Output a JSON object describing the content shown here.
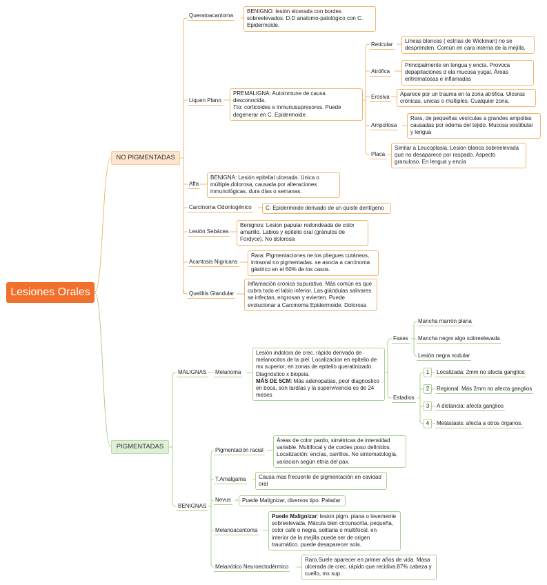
{
  "root": "Lesiones Orales",
  "no_pigmentadas": {
    "label": "NO PIGMENTADAS",
    "queratoacantoma": {
      "label": "Queratoacantoma",
      "desc": [
        "BENIGNO: lesión elcerada con bordes",
        "sobreelevados. D.D anatomo-patológico con C.",
        "Epidermoide."
      ]
    },
    "liquen": {
      "label": "Liquen Plano",
      "desc": [
        "PREMALIGNA: Autoinmune de causa desconocida.",
        "Tto: corticoides e inmunusupresores. Puede",
        "degenerar en C. Epidermoide"
      ],
      "types": [
        {
          "label": "Reticular",
          "desc": [
            "Líneas blancas ( estrías de Wickman) no se",
            "desprenden. Común en cara interna de la mejilla."
          ]
        },
        {
          "label": "Atrófica",
          "desc": [
            "Principalmente en lengua y encía. Provoca",
            "depapilaciones d ela mucosa yugal. Áreas",
            "eritrematosas e inflamadas"
          ]
        },
        {
          "label": "Erosiva",
          "desc": [
            "Aparece por un trauma en la zona atrófica. Ulceras",
            "crónicas, unicas o múltiples. Cualquier zona."
          ]
        },
        {
          "label": "Ampollosa",
          "desc": [
            "Rara, de pequeñas vesículas a grandes ampollas",
            "causadas por edema del tejido. Mucosa vestibular",
            "y lengua"
          ]
        },
        {
          "label": "Placa",
          "desc": [
            "Similar a Leucoplasia. Lesion blanca sobreelevada",
            "que no desaparece por raspado. Aspecto",
            "granuloso. En lengua y encía"
          ]
        }
      ]
    },
    "afta": {
      "label": "Afta",
      "desc": [
        "BENIGNA: Lesión epitelial ulcerada. Unica o",
        "múltiple,dolorosa, causada por alteraciones",
        "inmunológicas. dura días o semanas."
      ]
    },
    "carcinoma": {
      "label": "Carcinoma Odontogénico",
      "desc": [
        "C. Epidermoide derivado de un quiste dentígeno"
      ]
    },
    "sebacea": {
      "label": "Lesión Sebácea",
      "desc": [
        "Benignos: Lesion papular redondeada de color",
        "amarillo. Labios y epitelio oral (gránulos de",
        "Fordyce). No dolorosa"
      ]
    },
    "acantosis": {
      "label": "Acantosis Nigricans",
      "desc": [
        "Rara: Pigmentaciones ne los pliegues cutáneos,",
        "intraoral no pigmentadas. se asocia a carcinoma",
        "gástrico en el 60% de los casos."
      ]
    },
    "queilitis": {
      "label": "Queilitis Glandular",
      "desc": [
        "Inflamación crónica supurativa. Más común es que",
        "cubra todo el labio inferior. Las glándulas salivares",
        "se infectan, engrosan y evierten. Puede",
        "evolucionar a Carcinoma Epidermoide. Dolorosa"
      ]
    }
  },
  "pigmentadas": {
    "label": "PIGMENTADAS",
    "malignas": {
      "label": "MALIGNAS",
      "melanoma": {
        "label": "Melanoma",
        "desc": [
          "Lesión indolora de crec. rápido derivado de",
          "melanocitos de la piel. Localizacion en epitelio de",
          "mx superior, en zonas de epitelio queratinizado.",
          "Diagnóstico x biopsia."
        ],
        "desc_bold": "MÁS DE 5CM",
        "desc_rest": [
          ": Más adenopatias, peor diagnostico",
          "en boca, son tardías y la supervivencia es de 24",
          "meses"
        ],
        "fases_label": "Fases",
        "fases": [
          "Mancha marrón plana",
          "Mancha negre algo sobreelevada",
          "Lesión negra nodular"
        ],
        "estadios_label": "Estadios",
        "estadios": [
          {
            "num": "1",
            "text": "Localizada: 2mm no afecta ganglios"
          },
          {
            "num": "2",
            "text": "Regional: Más 2mm no afecta ganglios"
          },
          {
            "num": "3",
            "text": "A distancia: afecta ganglios"
          },
          {
            "num": "4",
            "text": "Metástasis: afecta a otros órganos."
          }
        ]
      }
    },
    "benignas": {
      "label": "BENIGNAS",
      "racial": {
        "label": "Pigmentación racial",
        "desc": [
          "Áreas de color pardo, simétricas de intensidad",
          "variable. Multifocal y de cordes poso definidos.",
          "Localización: encías, carrillos. No sintomatología,",
          "variacion según etnia del pax."
        ]
      },
      "amalgama": {
        "label": "T.Amalgama",
        "desc": [
          "Causa mas frecuente de pigmentación en cavidad",
          "oral"
        ]
      },
      "nevus": {
        "label": "Nevus",
        "desc": [
          "Puede Malignizar, diversos tipo. Paladar"
        ]
      },
      "melanoacantoma": {
        "label": "Melanoacantoma",
        "desc_bold": "Puede Malignizar",
        "desc": [
          ": lesion pigm. plana o levemente",
          "sobreelevada. Mácula bien circunscrita, pequeña,",
          "color café o negra, solitaria o multifocal. en",
          "interior de la mejilla puede ser de origen",
          "traumático. puede desaparecer sola."
        ]
      },
      "neuroectodermico": {
        "label": "Melanótico Neuroectodérmico",
        "desc": [
          "Raro.Suele aparecer en primer años de vida. Masa",
          "ulcerada de crec. rápido que recidiva.87% cabeza y",
          "cuello, mx sup."
        ]
      }
    }
  }
}
